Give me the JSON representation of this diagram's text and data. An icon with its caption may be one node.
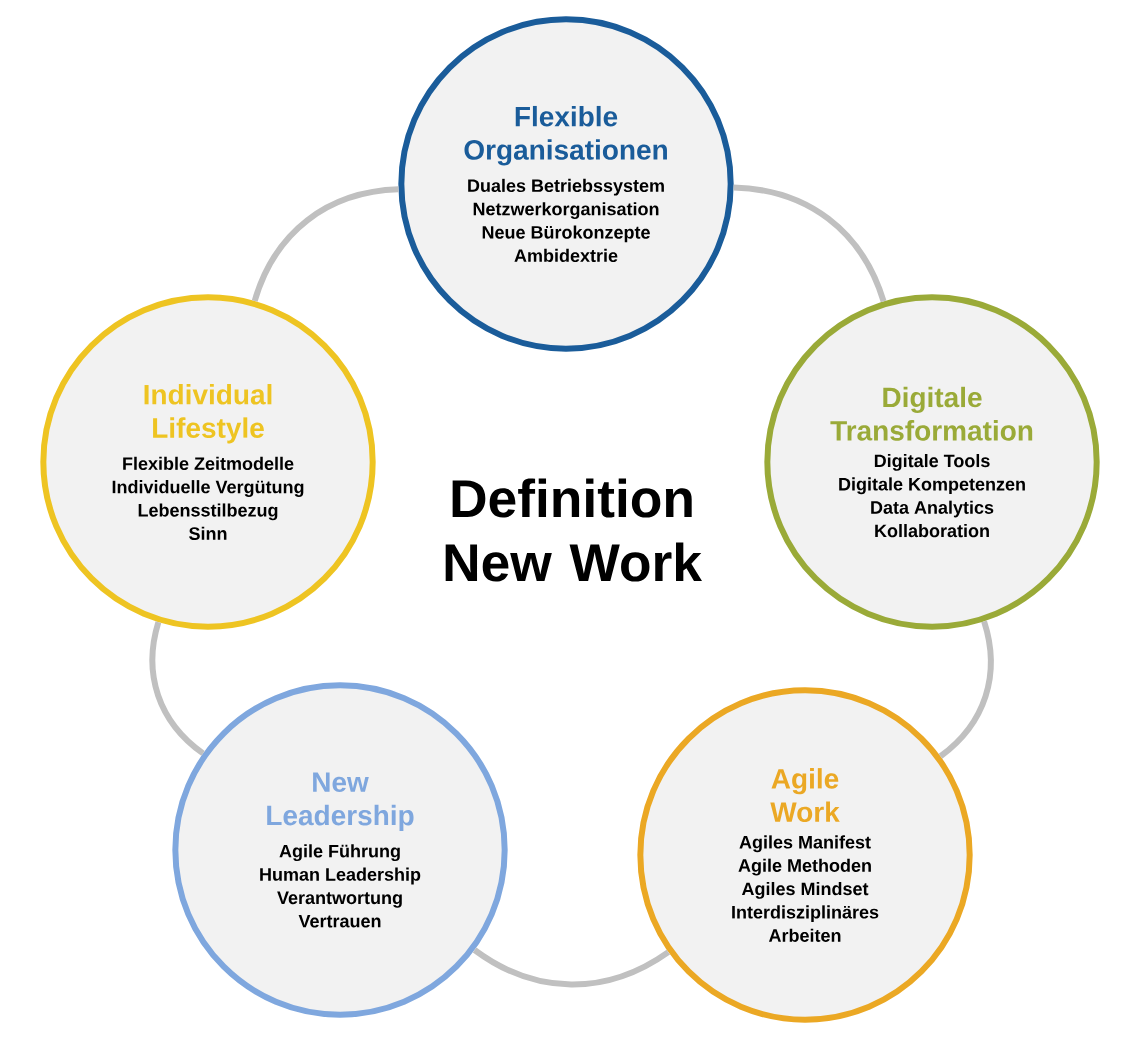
{
  "diagram": {
    "title": "Definition New Work",
    "nodes": [
      {
        "text": [
          "Flexible Organisationen",
          "Duales Betriebssystem",
          "Netzwerkorganisation",
          "Neue Bürokonzepte",
          "Ambidextrie"
        ]
      },
      {
        "text": [
          "Individual Lifestyle",
          "Flexible Zeitmodelle",
          "Individuelle Vergütung",
          "Lebensstilbezug",
          "Sinn"
        ]
      },
      {
        "text": [
          "Digitale Transformation",
          "Digitale Tools",
          "Digitale Kompetenzen",
          "Data Analytics",
          "Kollaboration"
        ]
      },
      {
        "text": [
          "New Leadership",
          "Agile Führung",
          "Human Leadership",
          "Verantwortung",
          "Vertrauen"
        ]
      },
      {
        "text": [
          "Agile Work",
          "Agiles Manifest",
          "Agile Methoden",
          "Agiles Mindset",
          "Interdisziplinäres Arbeiten"
        ]
      }
    ],
    "edges": [
      {
        "from": 0,
        "to": 2,
        "arrow": "none"
      },
      {
        "from": 2,
        "to": 4,
        "arrow": "none"
      },
      {
        "from": 4,
        "to": 3,
        "arrow": "none"
      },
      {
        "from": 3,
        "to": 1,
        "arrow": "none"
      },
      {
        "from": 1,
        "to": 0,
        "arrow": "none"
      }
    ]
  }
}
